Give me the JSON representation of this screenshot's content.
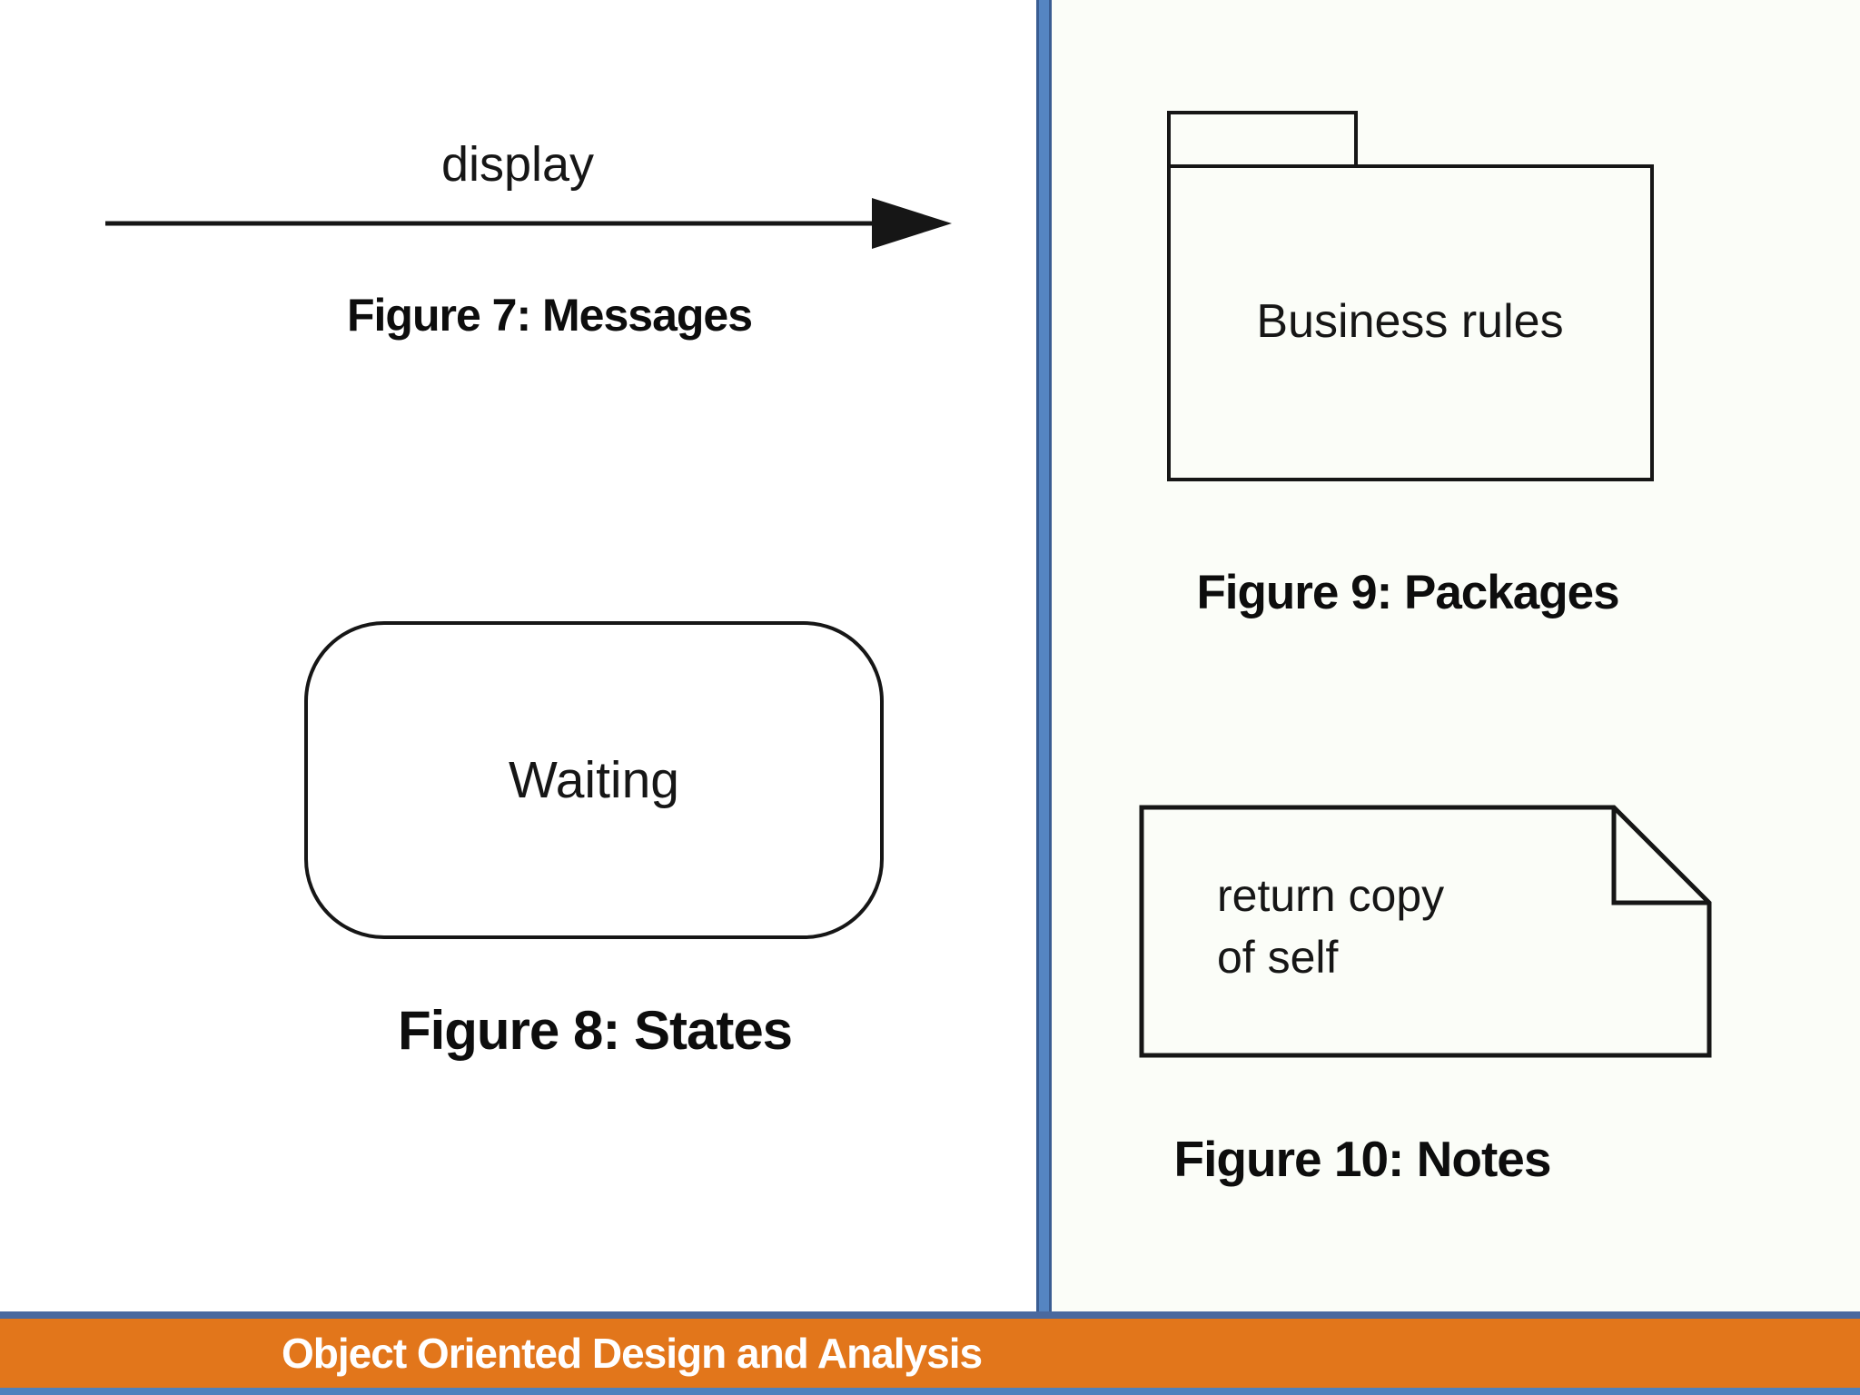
{
  "page": {
    "background_left": "#ffffff",
    "background_right": "#fbfdf8"
  },
  "divider": {
    "fill_color": "#5585c2",
    "edge_color": "#3a5d92"
  },
  "figures": {
    "messages": {
      "label": "display",
      "caption": "Figure 7: Messages",
      "shape": "arrow"
    },
    "states": {
      "label": "Waiting",
      "caption": "Figure 8: States",
      "shape": "rounded-rectangle"
    },
    "packages": {
      "label": "Business rules",
      "caption": "Figure 9: Packages",
      "shape": "folder-package"
    },
    "notes": {
      "label_line1": "return copy",
      "label_line2": "of self",
      "caption": "Figure 10: Notes",
      "shape": "note-dog-ear"
    }
  },
  "footer": {
    "title": "Object Oriented Design and Analysis",
    "bar_color": "#e2761b",
    "top_border_color": "#4a699e",
    "bottom_strip_color": "#4f81bd",
    "text_color": "#ffffff"
  }
}
